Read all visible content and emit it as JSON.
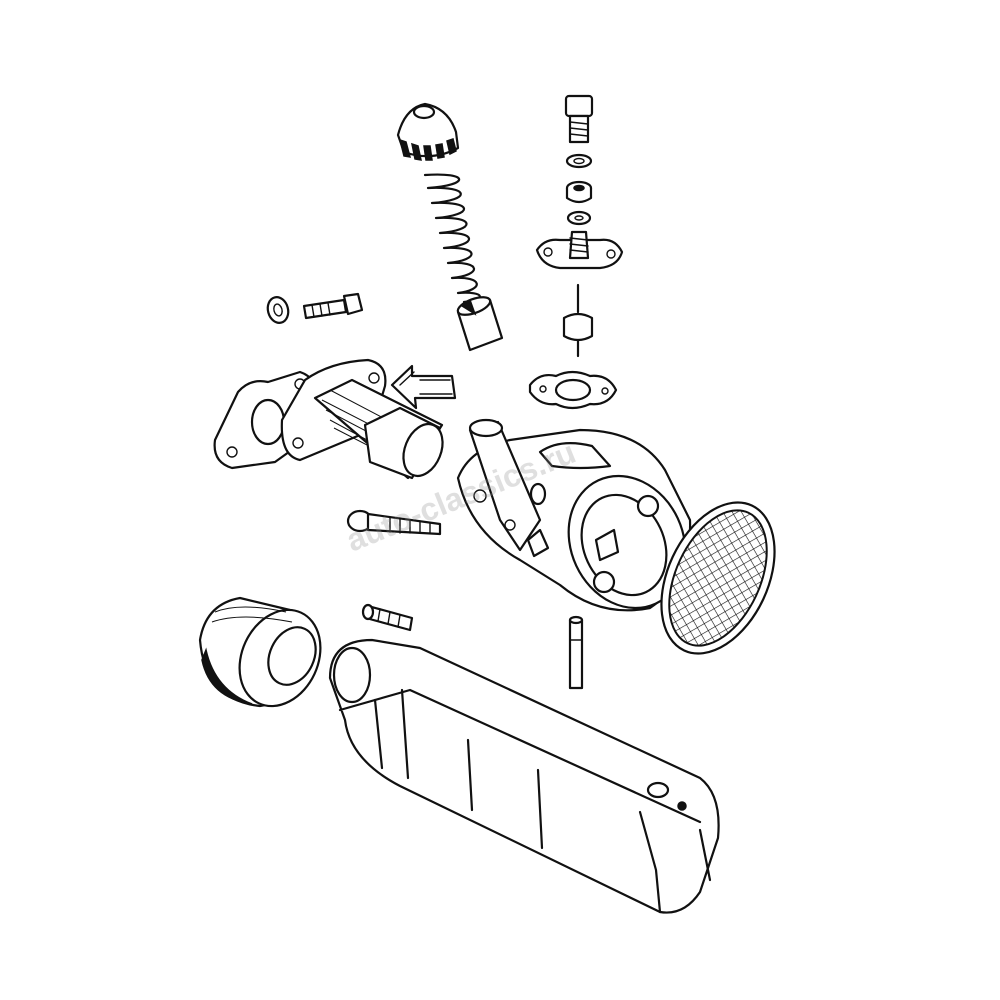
{
  "diagram": {
    "watermark_text": "auto-classics.ru",
    "parts": [
      "tickler-cap",
      "spring",
      "tickler-sleeve",
      "washer",
      "bolt",
      "inlet-flange",
      "direction-arrow",
      "banjo-bolt",
      "fibre-washer",
      "float-cover",
      "float-needle",
      "gasket",
      "carburettor-body",
      "air-filter-gauze",
      "jet-screw",
      "stud",
      "pin",
      "intake-sleeve",
      "air-cleaner-silencer"
    ]
  }
}
